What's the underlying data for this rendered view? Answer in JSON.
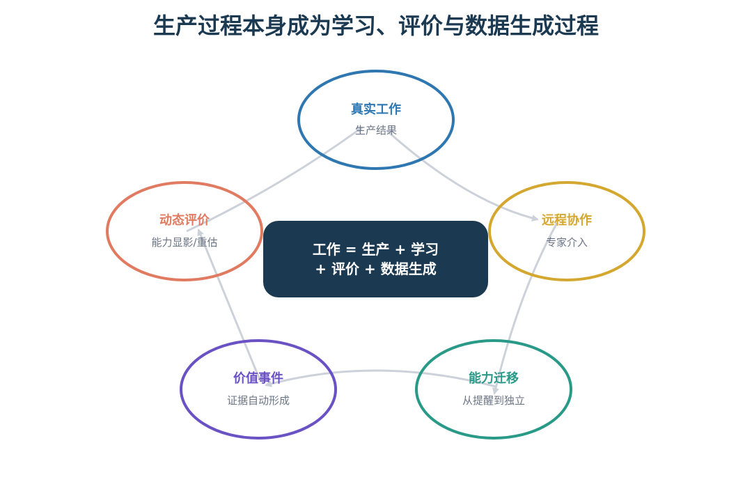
{
  "title": "生产过程本身成为学习、评价与数据生成过程",
  "center": {
    "line1": "工作 = 生产 + 学习",
    "line2": "+ 评价 + 数据生成"
  },
  "nodes": [
    {
      "title": "真实工作",
      "subtitle": "生产结果",
      "color": "#2e77b1"
    },
    {
      "title": "远程协作",
      "subtitle": "专家介入",
      "color": "#d4a830"
    },
    {
      "title": "能力迁移",
      "subtitle": "从提醒到独立",
      "color": "#2a9a88"
    },
    {
      "title": "价值事件",
      "subtitle": "证据自动形成",
      "color": "#6a52c4"
    },
    {
      "title": "动态评价",
      "subtitle": "能力显影/重估",
      "color": "#e07a60"
    }
  ],
  "arrow_color": "#cdd2da"
}
